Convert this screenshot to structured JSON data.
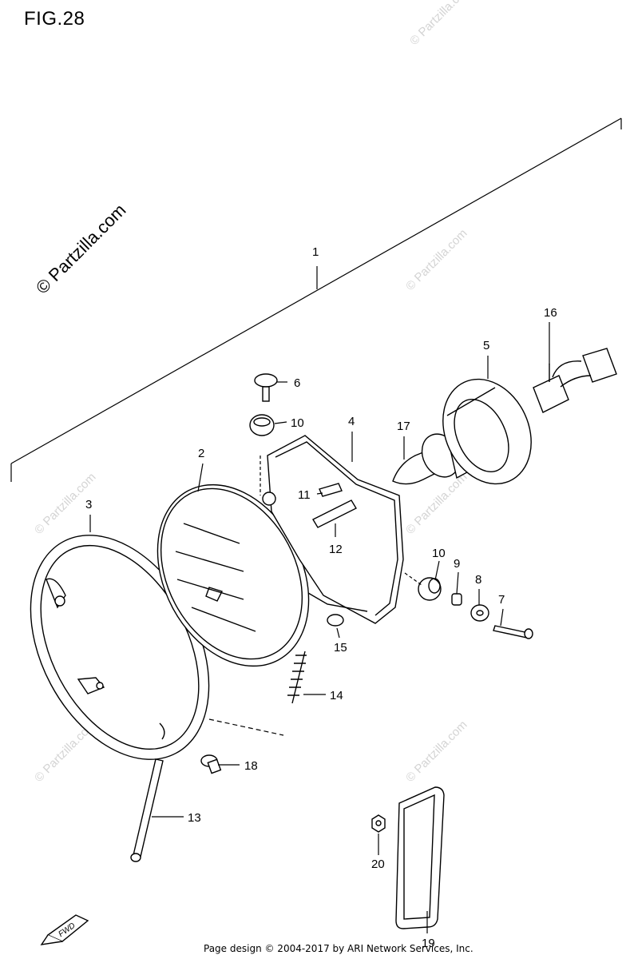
{
  "figure": {
    "title": "FIG.28"
  },
  "watermarks": {
    "primary": "© Partzilla.com",
    "repeat": "© Partzilla.com"
  },
  "callouts": [
    {
      "id": "1",
      "label": "1"
    },
    {
      "id": "2",
      "label": "2"
    },
    {
      "id": "3",
      "label": "3"
    },
    {
      "id": "4",
      "label": "4"
    },
    {
      "id": "5",
      "label": "5"
    },
    {
      "id": "6",
      "label": "6"
    },
    {
      "id": "7",
      "label": "7"
    },
    {
      "id": "8",
      "label": "8"
    },
    {
      "id": "9",
      "label": "9"
    },
    {
      "id": "10a",
      "label": "10"
    },
    {
      "id": "10b",
      "label": "10"
    },
    {
      "id": "11",
      "label": "11"
    },
    {
      "id": "12",
      "label": "12"
    },
    {
      "id": "13",
      "label": "13"
    },
    {
      "id": "14",
      "label": "14"
    },
    {
      "id": "15",
      "label": "15"
    },
    {
      "id": "16",
      "label": "16"
    },
    {
      "id": "17",
      "label": "17"
    },
    {
      "id": "18",
      "label": "18"
    },
    {
      "id": "19",
      "label": "19"
    },
    {
      "id": "20",
      "label": "20"
    }
  ],
  "fwd_badge": "FWD",
  "footer": {
    "text": "Page design © 2004-2017 by ARI Network Services, Inc."
  }
}
